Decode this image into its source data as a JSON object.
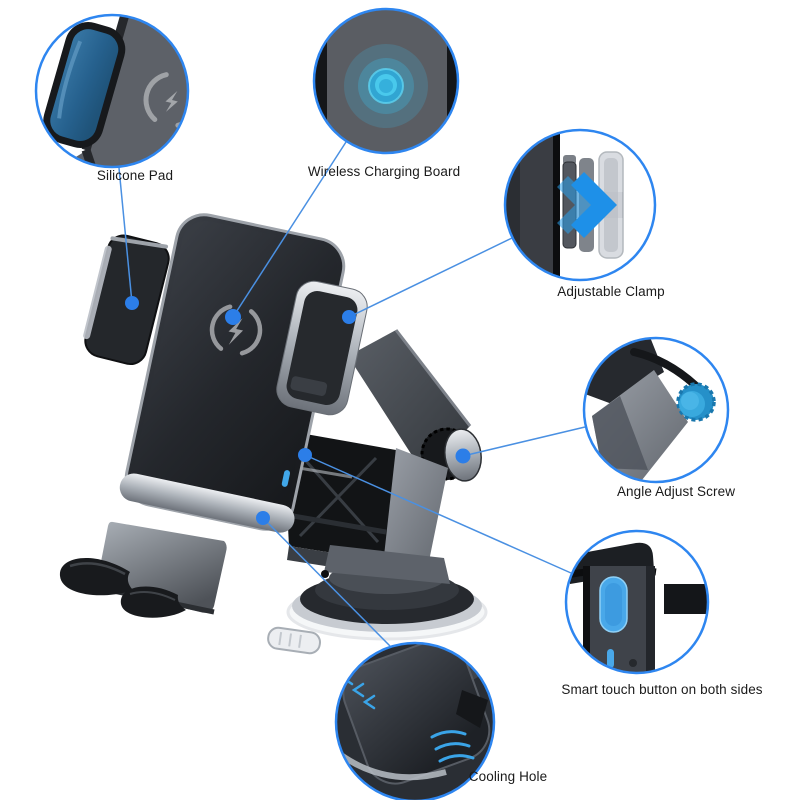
{
  "figure": {
    "description": "Wireless charging car phone mount feature diagram",
    "background": "#ffffff"
  },
  "theme": {
    "callout_ring_blue": "#2e86f0",
    "leader_line_blue": "#4a90e2",
    "connector_dot_blue": "#2c7ee8",
    "silicone_pad_blue": "#2e6b97",
    "knob_blue": "#35a7dd",
    "touch_button_blue": "#49a8e9",
    "charging_glow_cyan": "#45c6ec",
    "label_text_color": "#1a1a1a"
  },
  "callouts": [
    {
      "id": "silicone-pad",
      "label": "Silicone Pad"
    },
    {
      "id": "wireless-charging-board",
      "label": "Wireless Charging Board"
    },
    {
      "id": "adjustable-clamp",
      "label": "Adjustable Clamp"
    },
    {
      "id": "angle-adjust-screw",
      "label": "Angle Adjust Screw"
    },
    {
      "id": "smart-touch-button",
      "label": "Smart touch button on both sides"
    },
    {
      "id": "cooling-hole",
      "label": "Cooling Hole"
    }
  ]
}
